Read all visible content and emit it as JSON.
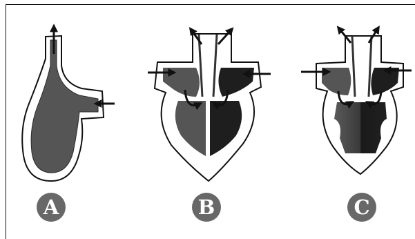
{
  "labels": {
    "a": "A",
    "b": "B",
    "c": "C"
  },
  "colors": {
    "outline": "#111111",
    "wall": "#ffffff",
    "chamber_dark": "#555555",
    "chamber_darker": "#1e1e1e",
    "badge": "#686868"
  },
  "panels": [
    {
      "label_key": "a",
      "type": "single-tube-heart"
    },
    {
      "label_key": "b",
      "type": "two-chambered-septate-heart"
    },
    {
      "label_key": "c",
      "type": "four-chambered-heart"
    }
  ]
}
